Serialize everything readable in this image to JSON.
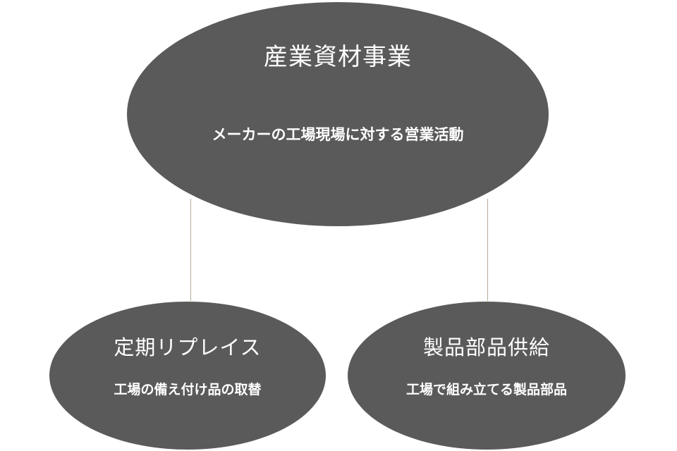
{
  "diagram": {
    "top_node": {
      "title": "産業資材事業",
      "subtitle": "メーカーの工場現場に対する営業活動"
    },
    "left_node": {
      "title": "定期リプレイス",
      "subtitle": "工場の備え付け品の取替"
    },
    "right_node": {
      "title": "製品部品供給",
      "subtitle": "工場で組み立てる製品部品"
    },
    "colors": {
      "node_fill": "#5a5a5a",
      "connector": "#b8ad96",
      "text": "#ffffff"
    }
  }
}
